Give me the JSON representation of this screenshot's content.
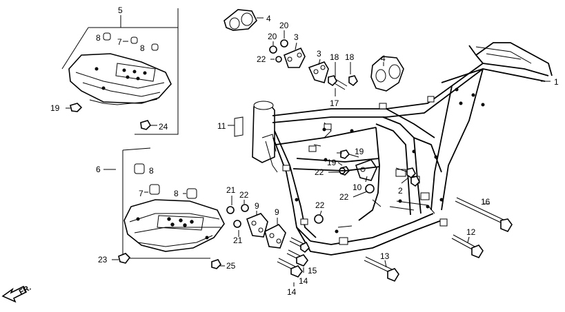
{
  "diagram": {
    "callouts": {
      "c1": "1",
      "c2": "2",
      "c3a": "3",
      "c3b": "3",
      "c4a": "4",
      "c4b": "4",
      "c5": "5",
      "c6": "6",
      "c7a": "7",
      "c7b": "7",
      "c8a": "8",
      "c8b": "8",
      "c8c": "8",
      "c8d": "8",
      "c9a": "9",
      "c9b": "9",
      "c10": "10",
      "c11": "11",
      "c12": "12",
      "c13": "13",
      "c14a": "14",
      "c14b": "14",
      "c15": "15",
      "c16": "16",
      "c17": "17",
      "c18a": "18",
      "c18b": "18",
      "c19a": "19",
      "c19b": "19",
      "c19c": "19",
      "c20a": "20",
      "c20b": "20",
      "c21a": "21",
      "c21b": "21",
      "c22a": "22",
      "c22b": "22",
      "c22c": "22",
      "c22d": "22",
      "c22e": "22",
      "c23": "23",
      "c24": "24",
      "c25": "25"
    },
    "direction_label": "FR."
  }
}
